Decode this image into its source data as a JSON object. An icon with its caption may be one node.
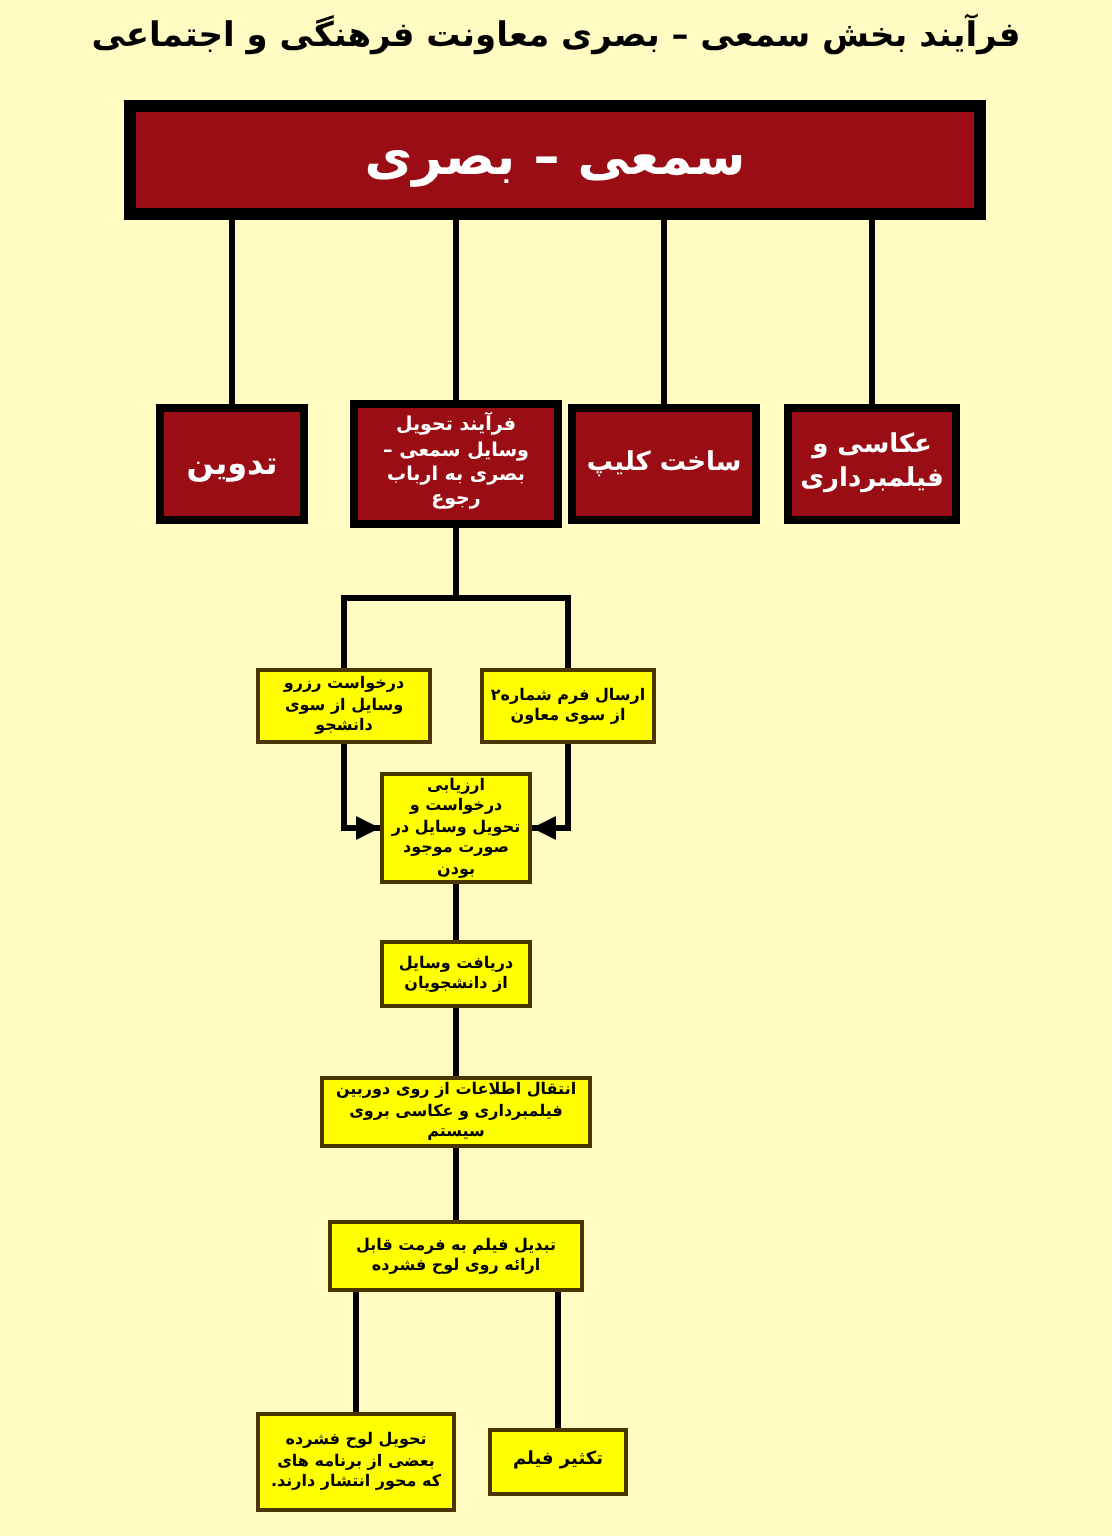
{
  "diagram": {
    "title": "فرآیند بخش سمعی – بصری معاونت فرهنگی و اجتماعی",
    "nodes": [
      {
        "text": [
          "سمعی – بصری"
        ]
      },
      {
        "text": [
          "عکاسی و فیلمبرداری"
        ]
      },
      {
        "text": [
          "ساخت کلیپ"
        ]
      },
      {
        "text": [
          "فرآیند تحویل وسایل سمعی – بصری به ارباب رجوع"
        ]
      },
      {
        "text": [
          "تدوین"
        ]
      },
      {
        "text": [
          "ارسال فرم شماره۲ از سوی معاون"
        ]
      },
      {
        "text": [
          "درخواست رزرو وسایل از سوی دانشجو"
        ]
      },
      {
        "text": [
          "ارزیابی درخواست و تحویل وسایل در صورت موجود بودن"
        ]
      },
      {
        "text": [
          "دریافت وسایل از دانشجویان"
        ]
      },
      {
        "text": [
          "انتقال اطلاعات از روی دوربین فیلمبرداری و عکاسی بروی سیستم"
        ]
      },
      {
        "text": [
          "تبدیل فیلم به فرمت قابل ارائه روی لوح فشرده"
        ]
      },
      {
        "text": [
          "تکثیر فیلم"
        ]
      },
      {
        "text": [
          "تحویل لوح فشرده بعضی از برنامه های که محور انتشار دارند."
        ]
      }
    ],
    "edges": [
      {
        "from": 0,
        "to": 1,
        "arrow": "none"
      },
      {
        "from": 0,
        "to": 2,
        "arrow": "none"
      },
      {
        "from": 0,
        "to": 3,
        "arrow": "none"
      },
      {
        "from": 0,
        "to": 4,
        "arrow": "none"
      },
      {
        "from": 3,
        "to": 5,
        "arrow": "none"
      },
      {
        "from": 3,
        "to": 6,
        "arrow": "none"
      },
      {
        "from": 5,
        "to": 7,
        "arrow": "to"
      },
      {
        "from": 6,
        "to": 7,
        "arrow": "to"
      },
      {
        "from": 7,
        "to": 8,
        "arrow": "none"
      },
      {
        "from": 8,
        "to": 9,
        "arrow": "none"
      },
      {
        "from": 9,
        "to": 10,
        "arrow": "none"
      },
      {
        "from": 10,
        "to": 11,
        "arrow": "none"
      },
      {
        "from": 10,
        "to": 12,
        "arrow": "none"
      }
    ]
  }
}
